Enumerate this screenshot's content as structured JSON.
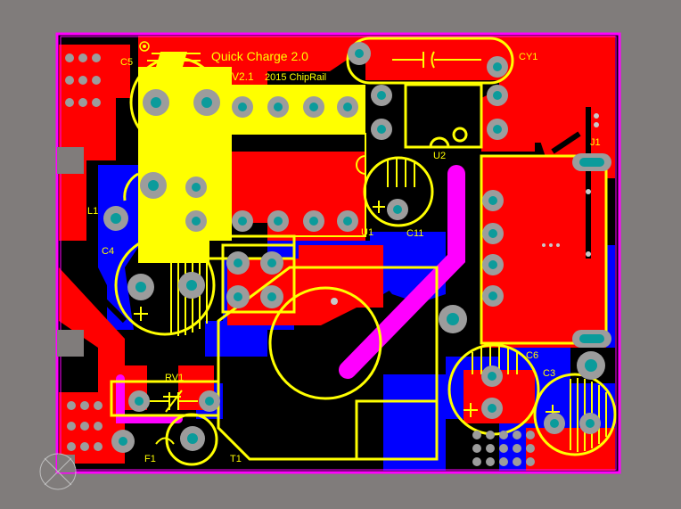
{
  "board": {
    "title_line1": "Quick Charge 2.0",
    "title_line2": "V2.1",
    "title_line3": "2015 ChipRail",
    "colors": {
      "background": "#807c7b",
      "board": "#000000",
      "top_copper": "#ff0000",
      "bottom_copper": "#0000ff",
      "silkscreen": "#ffff00",
      "outline": "#ff00ff",
      "keepout": "#ff00ff",
      "pad": "#9c9c9c",
      "via_hole": "#0b9b9b"
    }
  },
  "designators": {
    "c5": "C5",
    "cy1": "CY1",
    "u2": "U2",
    "j1": "J1",
    "l1": "L1",
    "c4": "C4",
    "u1": "U1",
    "c11": "C11",
    "c6": "C6",
    "c3": "C3",
    "rv1": "RV1",
    "f1": "F1",
    "t1": "T1"
  },
  "icons": {
    "origin": "origin-marker-icon",
    "logo": "chiprail-logo-icon"
  }
}
